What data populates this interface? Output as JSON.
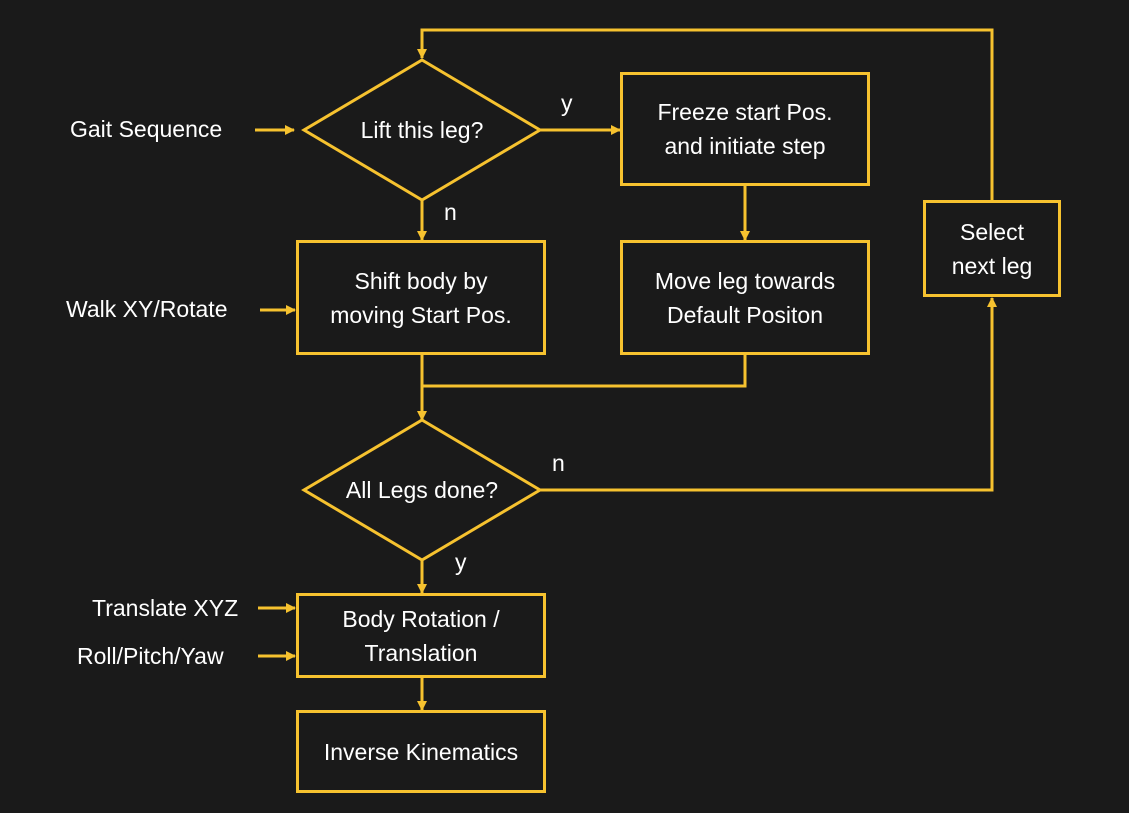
{
  "colors": {
    "background": "#1a1a1a",
    "stroke": "#f6c22f",
    "text": "#ffffff"
  },
  "nodes": {
    "lift_leg": "Lift this leg?",
    "freeze_start": "Freeze start Pos.\nand initiate step",
    "shift_body": "Shift body by\nmoving Start Pos.",
    "move_leg": "Move leg towards\nDefault Positon",
    "select_next": "Select\nnext leg",
    "all_legs_done": "All Legs done?",
    "body_rotation": "Body Rotation /\nTranslation",
    "inverse_kinematics": "Inverse Kinematics"
  },
  "inputs": {
    "gait_sequence": "Gait Sequence",
    "walk_xy_rotate": "Walk XY/Rotate",
    "translate_xyz": "Translate XYZ",
    "roll_pitch_yaw": "Roll/Pitch/Yaw"
  },
  "edge_labels": {
    "lift_yes": "y",
    "lift_no": "n",
    "done_no": "n",
    "done_yes": "y"
  }
}
